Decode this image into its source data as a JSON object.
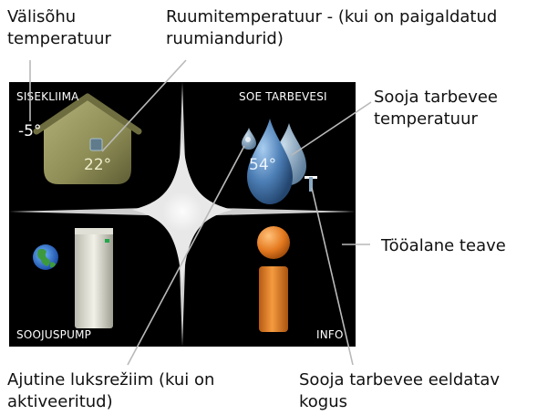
{
  "callouts": {
    "outdoor_temp": [
      "Välisõhu",
      "temperatuur"
    ],
    "room_temp": [
      "Ruumitemperatuur - (kui on paigaldatud",
      "ruumiandurid)"
    ],
    "hot_water_temp": [
      "Sooja tarbevee",
      "temperatuur"
    ],
    "operating_info": [
      "Tööalane teave"
    ],
    "temp_lux": [
      "Ajutine luksrežiim (kui on",
      "aktiveeritud)"
    ],
    "hot_water_amount": [
      "Sooja tarbevee eeldatav",
      "kogus"
    ]
  },
  "screen": {
    "quadrants": {
      "indoor_climate": "SISEKLIIMA",
      "hot_water": "SOE TARBEVESI",
      "heat_pump": "SOOJUSPUMP",
      "info": "INFO"
    },
    "outdoor_value": "-5°",
    "room_value": "22°",
    "water_value": "54°"
  },
  "colors": {
    "screen_bg": "#000000",
    "house": "#8d8c55",
    "water_drop": "#4d7fb6",
    "info_orange": "#e57a20",
    "globe": "#2a7fd0"
  }
}
